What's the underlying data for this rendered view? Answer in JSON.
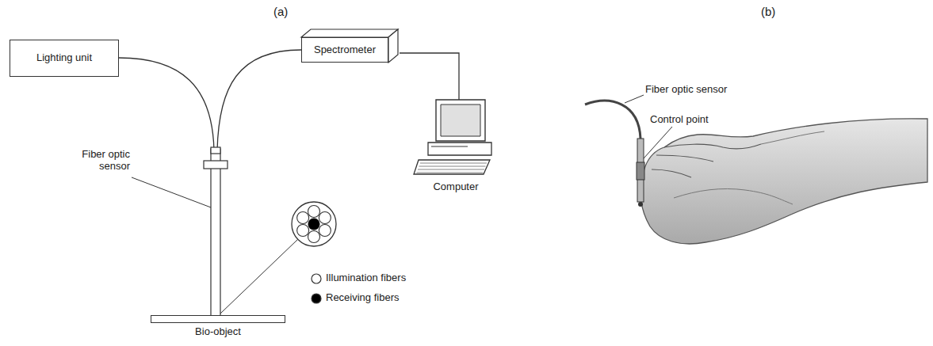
{
  "diagram": {
    "nodes": [
      {
        "text": [
          "Lighting unit"
        ]
      },
      {
        "text": [
          "Spectrometer"
        ]
      },
      {
        "text": [
          "Computer"
        ]
      },
      {
        "text": [
          "Bio-object"
        ]
      }
    ],
    "edges": [
      {
        "from": 1,
        "to": 2,
        "arrow": "none"
      }
    ],
    "labels": [
      "(a)",
      "(b)",
      "Fiber optic sensor",
      "Fiber optic sensor",
      "Control point"
    ],
    "legend": [
      {
        "text": "Illumination fibers"
      },
      {
        "text": "Receiving fibers"
      }
    ]
  }
}
